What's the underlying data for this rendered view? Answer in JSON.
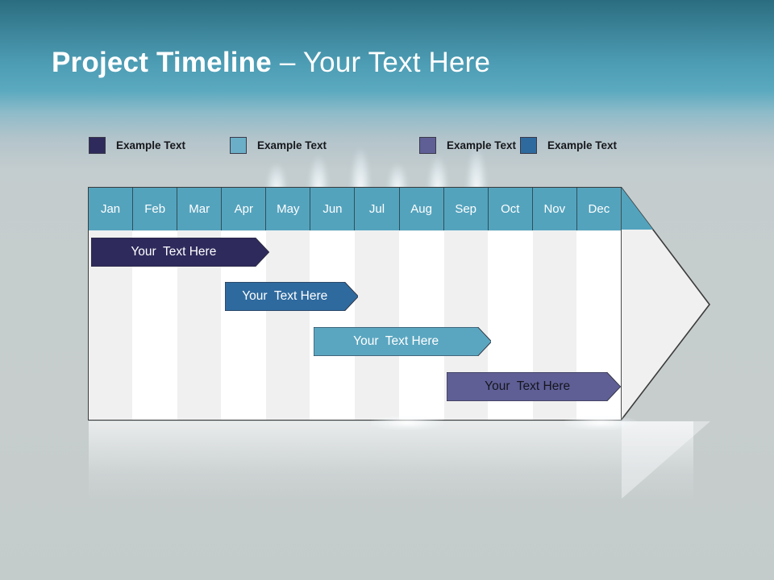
{
  "slide": {
    "title_bold": "Project Timeline",
    "title_rest": " – Your Text Here"
  },
  "legend": {
    "items": [
      {
        "label": "Example Text",
        "color": "#2e2a5c",
        "swatch": "legend-swatch-navy"
      },
      {
        "label": "Example Text",
        "color": "#6aafc7",
        "swatch": "legend-swatch-light-blue"
      },
      {
        "label": "Example Text",
        "color": "#5f5f96",
        "swatch": "legend-swatch-purple"
      },
      {
        "label": "Example Text",
        "color": "#2e6a9e",
        "swatch": "legend-swatch-steel-blue"
      }
    ]
  },
  "chart_data": {
    "type": "bar",
    "title": "Project Timeline – Your Text Here",
    "categories": [
      "Jan",
      "Feb",
      "Mar",
      "Apr",
      "May",
      "Jun",
      "Jul",
      "Aug",
      "Sep",
      "Oct",
      "Nov",
      "Dec"
    ],
    "xlabel": "",
    "ylabel": "",
    "grid": true,
    "legend_position": "top",
    "series": [
      {
        "name": "Example Text",
        "label": "Your  Text Here",
        "start_month": "Jan",
        "end_month": "Apr",
        "start_index": 0,
        "end_index": 4,
        "color": "#2e2a5c",
        "text_color": "#ffffff"
      },
      {
        "name": "Example Text",
        "label": "Your  Text Here",
        "start_month": "Apr",
        "end_month": "Jun",
        "start_index": 3,
        "end_index": 6,
        "color": "#2e6a9e",
        "text_color": "#ffffff"
      },
      {
        "name": "Example Text",
        "label": "Your  Text Here",
        "start_month": "Jun",
        "end_month": "Sep",
        "start_index": 5,
        "end_index": 9,
        "color": "#5aa6c0",
        "text_color": "#ffffff"
      },
      {
        "name": "Example Text",
        "label": "Your  Text Here",
        "start_month": "Sep",
        "end_month": "Dec",
        "start_index": 8,
        "end_index": 12,
        "color": "#5f5f96",
        "text_color": "#15151f"
      }
    ]
  }
}
